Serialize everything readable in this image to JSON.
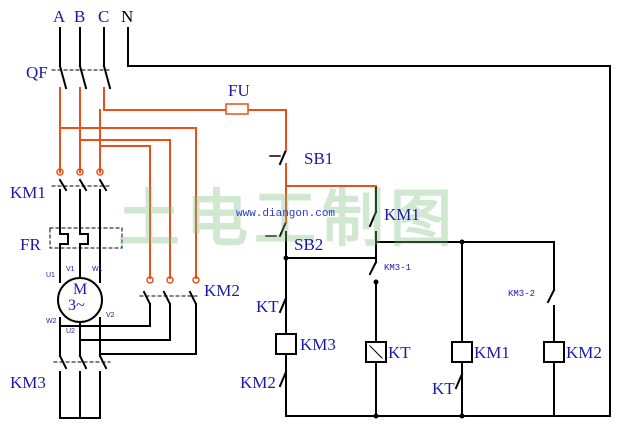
{
  "phases": {
    "a": "A",
    "b": "B",
    "c": "C",
    "n": "N"
  },
  "labels": {
    "qf": "QF",
    "fu": "FU",
    "sb1": "SB1",
    "sb2": "SB2",
    "km1_main": "KM1",
    "km1_ctrl": "KM1",
    "km1_coil": "KM1",
    "fr": "FR",
    "km2_main": "KM2",
    "km2_ctrl": "KM2",
    "km2_coil": "KM2",
    "km3_main": "KM3",
    "km3_coil": "KM3",
    "km3_1": "KM3-1",
    "km3_2": "KM3-2",
    "kt_contact": "KT",
    "kt_coil": "KT",
    "kt_nc2": "KT",
    "motor_m": "M",
    "motor_3": "3~",
    "u1": "U1",
    "v1": "V1",
    "w1": "W1",
    "u2": "U2",
    "v2": "V2",
    "w2": "W2"
  },
  "watermark": {
    "text": "土电工制图",
    "url": "www.diangon.com"
  },
  "colors": {
    "wire": "#000000",
    "power_wire": "#e8501a",
    "label": "#1a1aa8"
  }
}
